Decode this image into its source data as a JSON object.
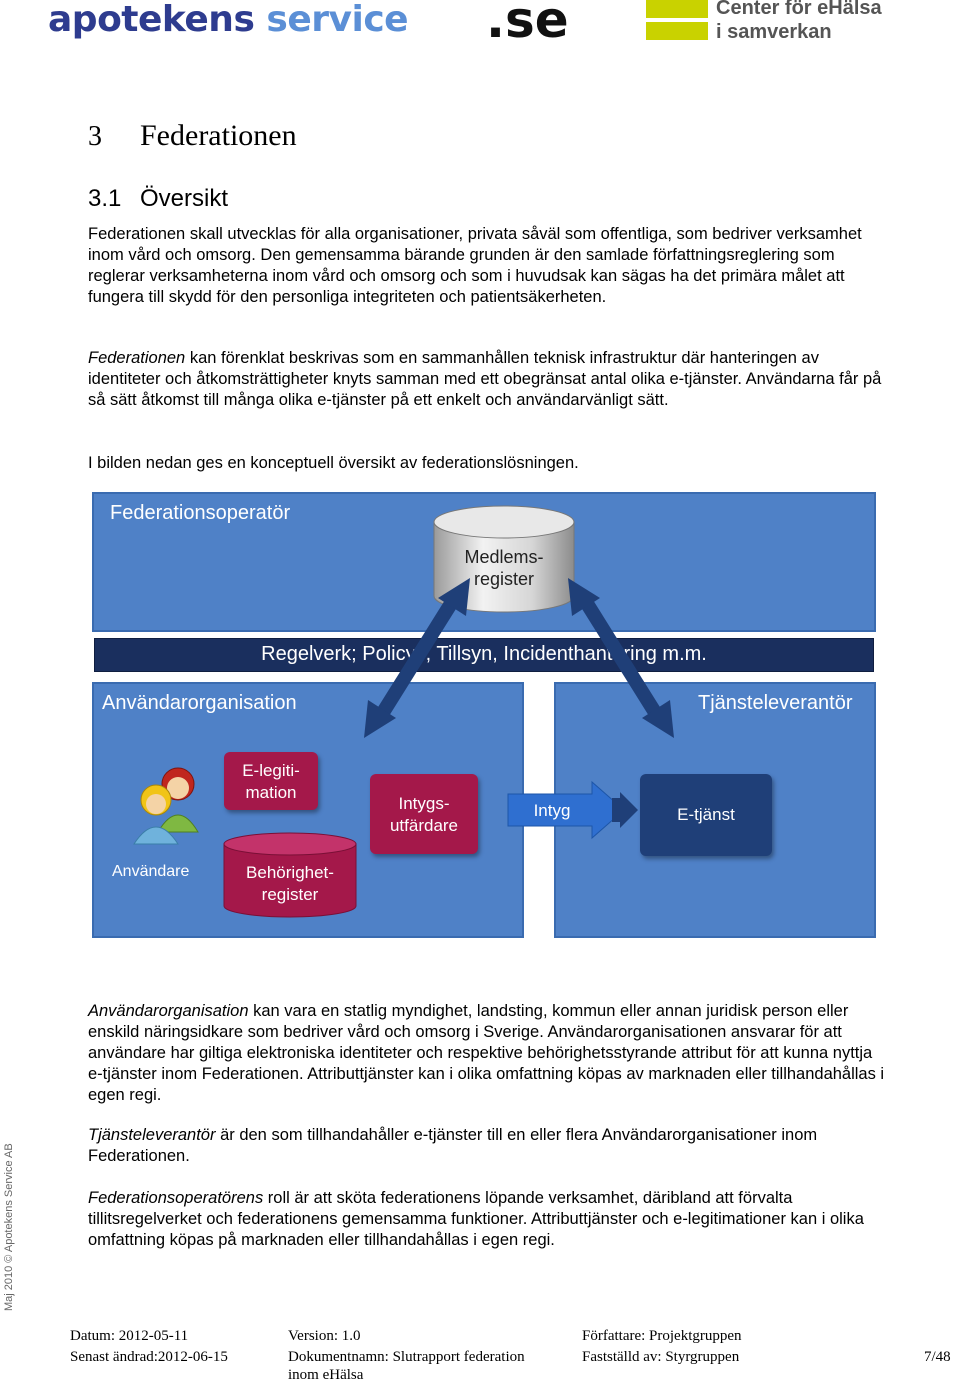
{
  "header": {
    "logo_apotek_main": "apotekens",
    "logo_apotek_svc": "service",
    "logo_se": ".se",
    "logo_ceh_line1": "Center för eHälsa",
    "logo_ceh_line2": "i samverkan"
  },
  "heading1": {
    "num": "3",
    "text": "Federationen"
  },
  "heading2": {
    "num": "3.1",
    "text": "Översikt"
  },
  "paragraphs": {
    "p1": "Federationen skall utvecklas för alla organisationer, privata såväl som offentliga, som bedriver verksamhet inom vård och omsorg. Den gemensamma bärande grunden är den samlade författningsreglering som reglerar verksamheterna inom vård och omsorg och som i huvudsak kan sägas ha det primära målet att fungera till skydd för den personliga integriteten och patientsäkerheten.",
    "p2_em": "Federationen",
    "p2_rest": " kan förenklat beskrivas som en sammanhållen teknisk infrastruktur där hanteringen av identiteter och åtkomsträttigheter knyts samman med ett obegränsat antal olika e-tjänster. Användarna får på så sätt åtkomst till många olika e-tjänster på ett enkelt och användarvänligt sätt.",
    "p3": "I bilden nedan ges en konceptuell översikt av federationslösningen.",
    "p4_em": "Användarorganisation",
    "p4_rest": " kan vara en statlig myndighet, landsting, kommun eller annan juridisk person eller enskild näringsidkare som bedriver vård och omsorg i Sverige. Användarorganisationen ansvarar för att användare har giltiga elektroniska identiteter och respektive behörighetsstyrande attribut för att kunna nyttja e-tjänster inom Federationen. Attributtjänster kan i olika omfattning köpas av marknaden eller tillhandahållas i egen regi.",
    "p5_em": "Tjänsteleverantör",
    "p5_rest": " är den som tillhandahåller e-tjänster till en eller flera Användarorganisationer inom Federationen.",
    "p6_em": "Federationsoperatörens",
    "p6_rest": " roll är att sköta federationens löpande verksamhet, däribland att förvalta tillitsregelverket och federationens gemensamma funktioner. Attributtjänster och e-legitimationer kan i olika omfattning köpas på marknaden eller tillhandahållas i egen regi."
  },
  "diagram": {
    "operator_label": "Federationsoperatör",
    "register_line1": "Medlems-",
    "register_line2": "register",
    "rules_bar": "Regelverk; Policys, Tillsyn, Incidenthantering m.m.",
    "user_org_label": "Användarorganisation",
    "provider_label": "Tjänsteleverantör",
    "eleg_line1": "E-legiti-",
    "eleg_line2": "mation",
    "auth_line1": "Behörighet-",
    "auth_line2": "register",
    "issuer_line1": "Intygs-",
    "issuer_line2": "utfärdare",
    "intyg": "Intyg",
    "etjanst": "E-tjänst",
    "user_label": "Användare"
  },
  "footer": {
    "datum": "Datum: 2012-05-11",
    "andrad": "Senast ändrad:2012-06-15",
    "version": "Version: 1.0",
    "dokument_line1": "Dokumentnamn: Slutrapport federation",
    "dokument_line2": "inom eHälsa",
    "forfattare": "Författare:  Projektgruppen",
    "faststalld": "Fastställd av: Styrgruppen",
    "page": "7/48"
  },
  "sidebar_text": "Maj 2010 © Apotekens Service AB",
  "colors": {
    "panel_blue": "#4f81c7",
    "dark_box": "#1f3f78",
    "crimson": "#a4184a",
    "rules_bar": "#1a2f5e"
  }
}
